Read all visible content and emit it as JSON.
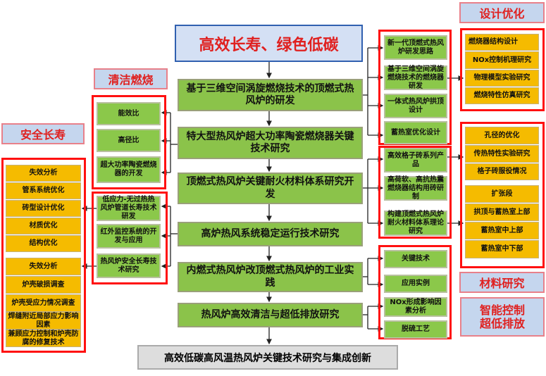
{
  "title": "高效长寿、绿色低碳",
  "labels": {
    "clean": "清洁燃烧",
    "safe": "安全长寿",
    "design": "设计优化",
    "material": "材料研究",
    "smart1": "智能控制",
    "smart2": "超低排放"
  },
  "main": [
    "基于三维空间涡旋燃烧技术的顶燃式热风炉的研发",
    "特大型热风炉超大功率陶瓷燃烧器关键技术研究",
    "顶燃式热风炉关键耐火材料体系研究开发",
    "高炉热风系统稳定运行技术研究",
    "内燃式热风炉改顶燃式热风炉的工业实践",
    "热风炉高效清洁与超低排放研究"
  ],
  "bottom": "高效低碳高风温热风炉关键技术研究与集成创新",
  "left_green_1": [
    "能效比",
    "高径比",
    "超大功率陶瓷燃烧器的开发"
  ],
  "left_green_2": [
    "低应力-无过热热风炉管道长寿技术研发",
    "红外监控系统的开发与应用",
    "热风炉安全长寿技术研究"
  ],
  "safe_group_1": [
    "失效分析",
    "管系系统优化",
    "砖型设计优化",
    "材质优化",
    "结构优化"
  ],
  "safe_group_2": [
    "失效分析",
    "炉壳破损调查",
    "炉壳受应力情况调查",
    "焊缝附近局部应力影响因素",
    "兼顾应力控制和炉壳防腐的修复技术"
  ],
  "right_green_1": [
    "新一代顶燃式热风炉研发思路",
    "基于三维空间涡旋燃烧技术的燃烧器研发",
    "一体式热风炉拱顶设计",
    "蓄热室优化设计"
  ],
  "right_green_2": [
    "高效格子砖系列产品",
    "高荷软、高抗热震燃烧器结构用砖研制",
    "构建顶燃式热风炉耐火材料体系理论研究"
  ],
  "right_green_3": [
    "关键技术",
    "应用实例",
    "NOx形成影响因素分析",
    "脱硫工艺"
  ],
  "design_items": [
    "燃烧器结构设计",
    "NOx控制机理研究",
    "物理模型实验研究",
    "燃烧特性仿真研究"
  ],
  "material_items": [
    "孔径的优化",
    "传热特性实验研究",
    "格子砖服役情况",
    "扩张段",
    "拱顶与蓄热室上部",
    "蓄热室中上部",
    "蓄热室中下部"
  ]
}
